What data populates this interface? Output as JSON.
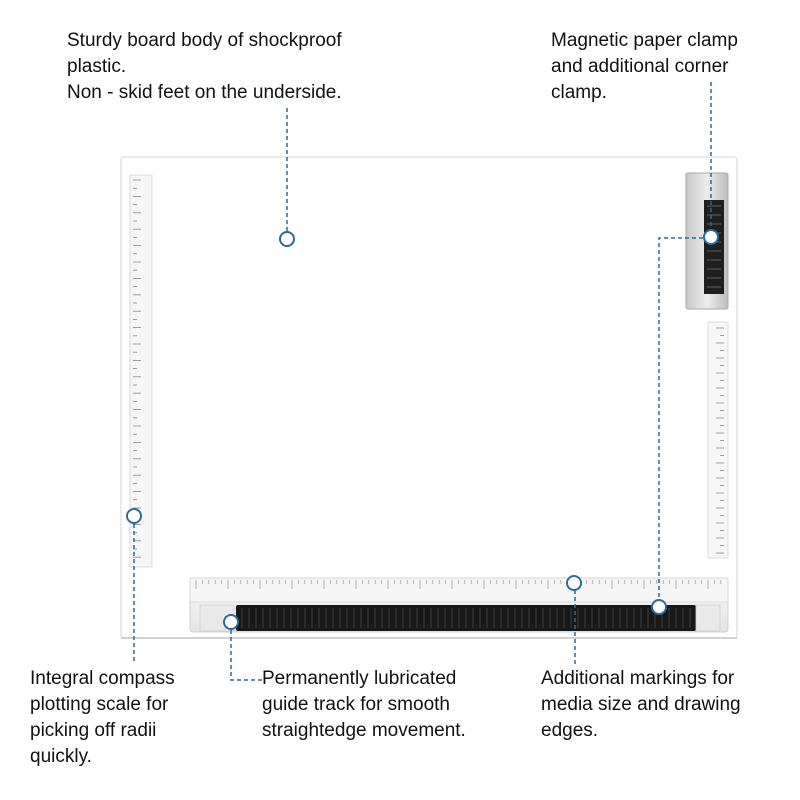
{
  "callouts": {
    "board_body": {
      "lines": [
        "Sturdy board body of shockproof",
        "plastic.",
        "Non - skid feet on the underside."
      ]
    },
    "paper_clamp": {
      "lines": [
        "Magnetic paper clamp",
        "and additional corner",
        "clamp."
      ]
    },
    "compass_scale": {
      "lines": [
        "Integral compass",
        "plotting scale for",
        "picking off radii",
        "quickly."
      ]
    },
    "guide_track": {
      "lines": [
        "Permanently lubricated",
        "guide track for smooth",
        "straightedge movement."
      ]
    },
    "markings": {
      "lines": [
        "Additional markings for",
        "media size and drawing",
        "edges."
      ]
    }
  },
  "colors": {
    "leader": "#2c6a9a",
    "board": "#ffffff",
    "board_edge": "#e6e6e6",
    "track": "#1b1b1b",
    "ruler": "#f4f4f4",
    "clamp": "#d9d9d9"
  }
}
